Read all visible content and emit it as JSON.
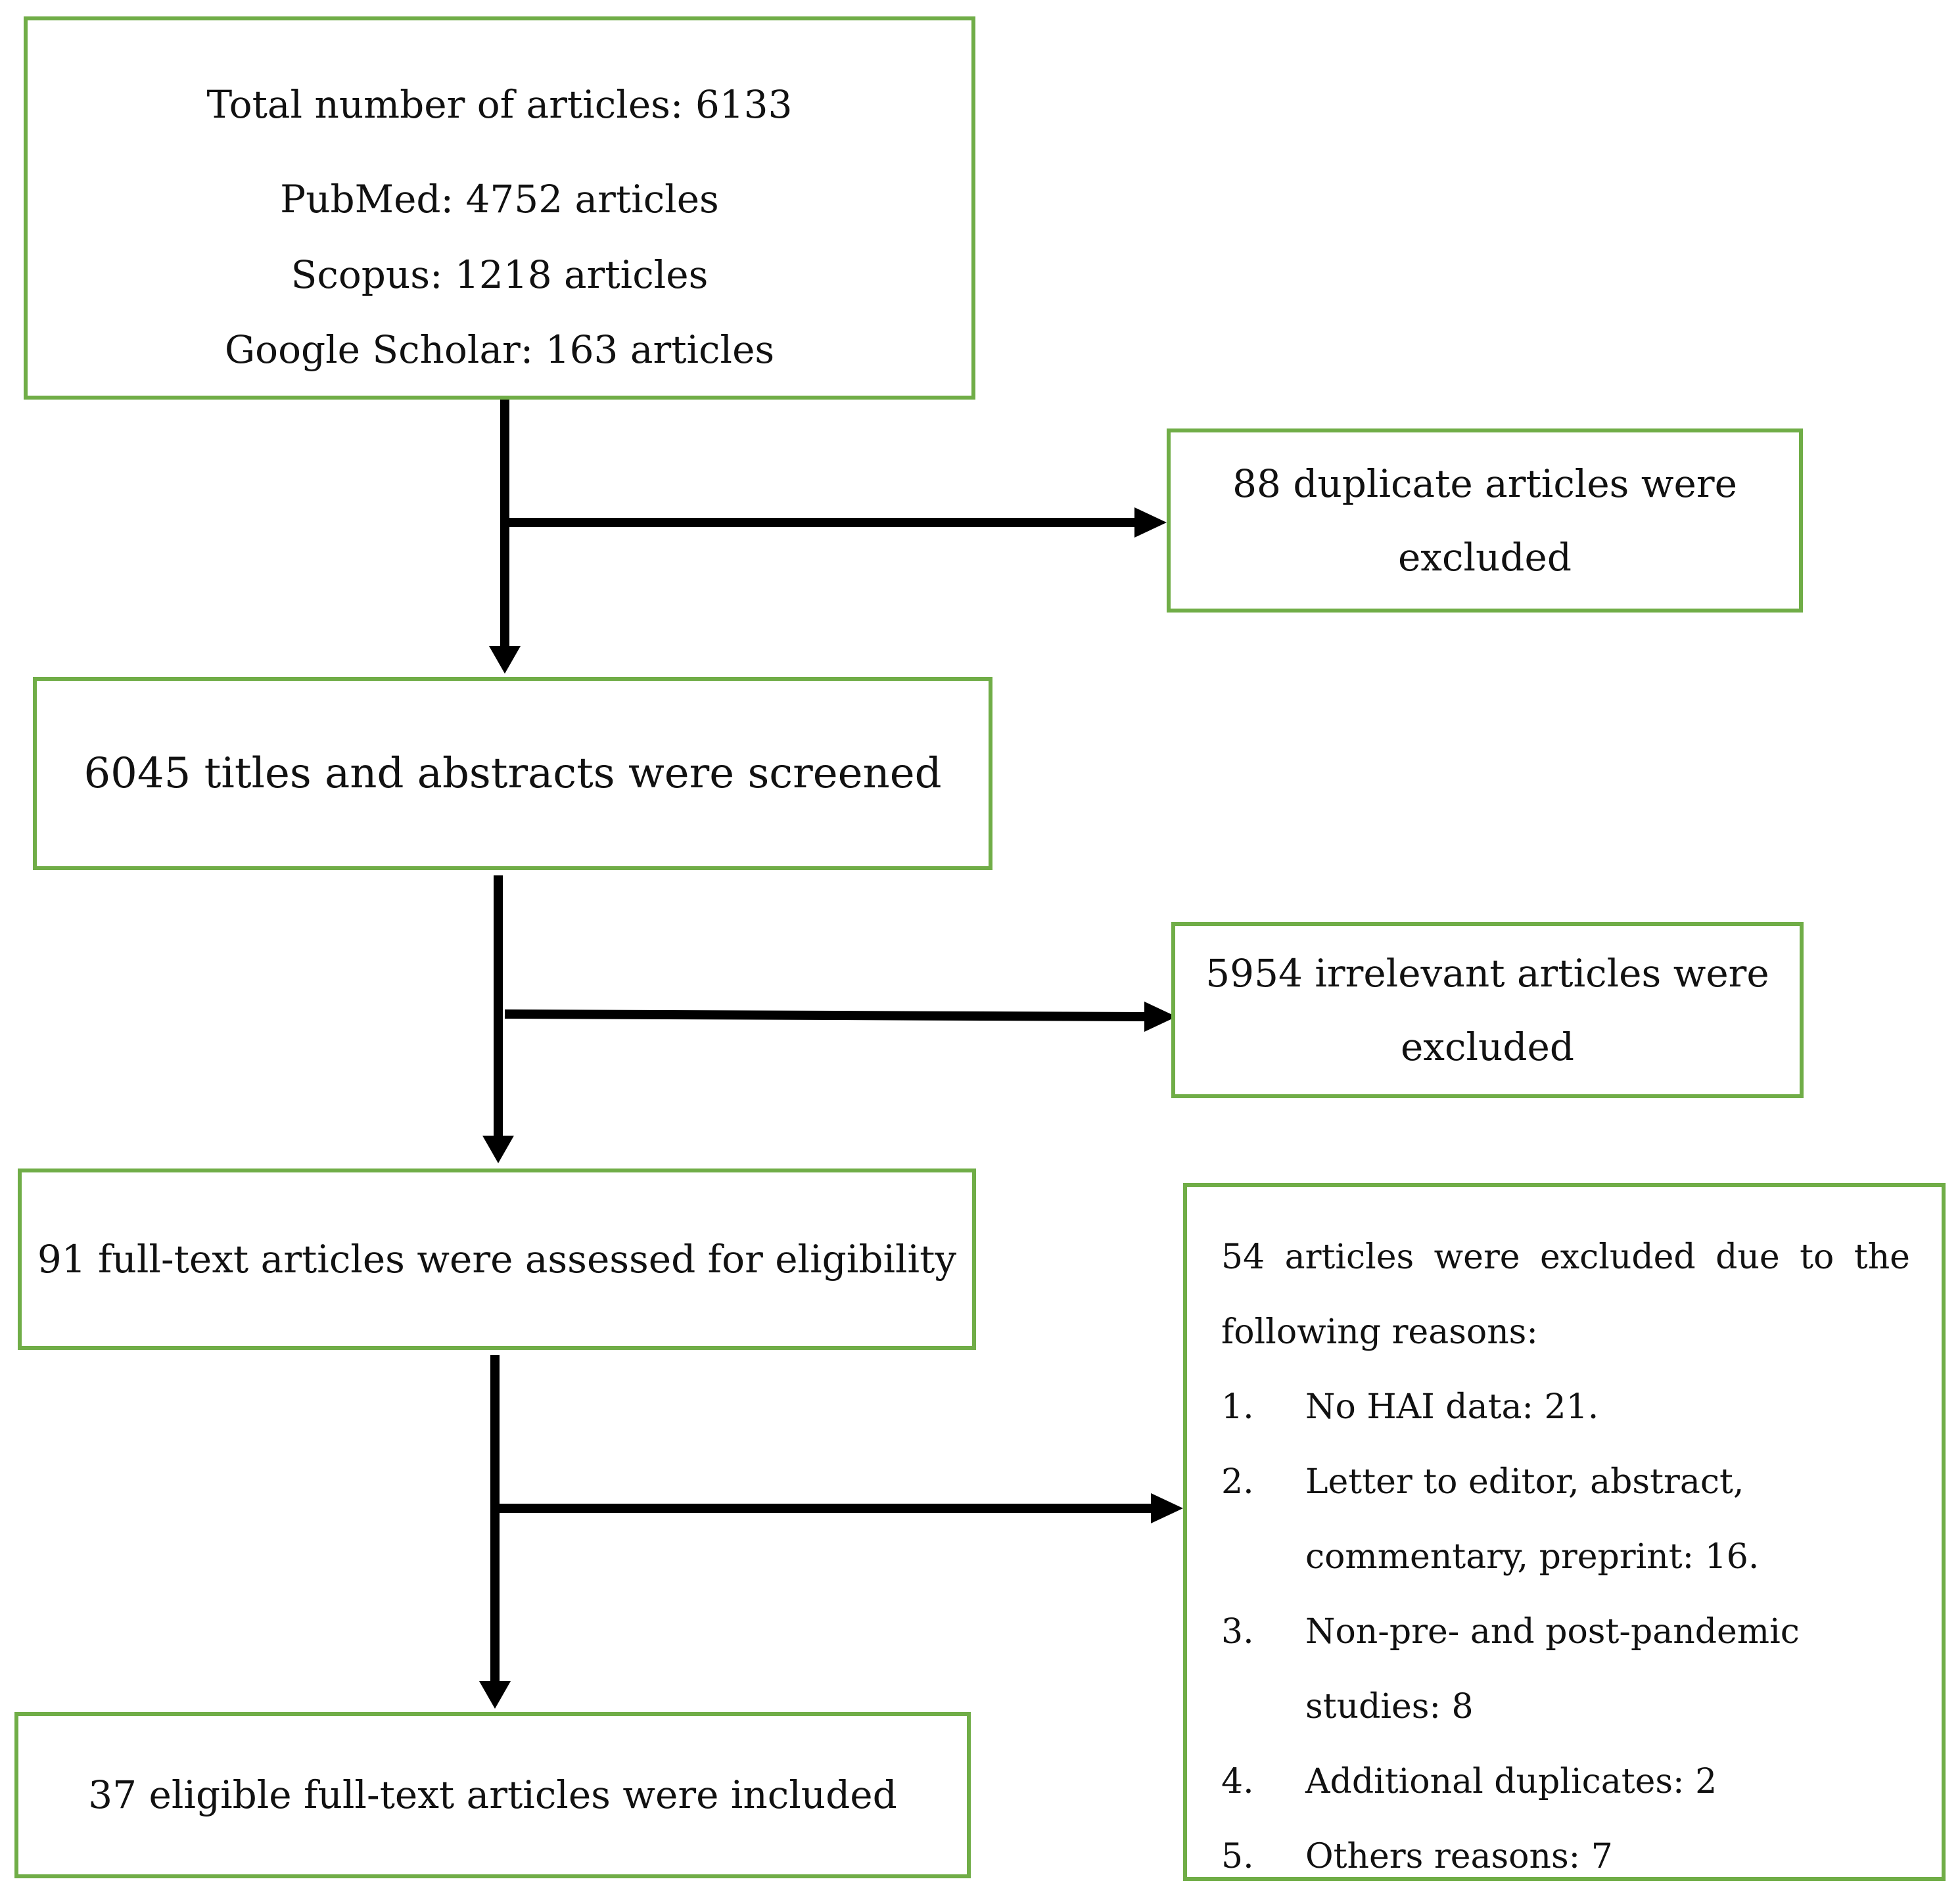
{
  "boxes": {
    "total": {
      "title": "Total number of articles: 6133",
      "sources": [
        "PubMed: 4752 articles",
        "Scopus: 1218 articles",
        "Google Scholar: 163 articles"
      ]
    },
    "duplicates": {
      "line1": "88 duplicate articles were",
      "line2": "excluded"
    },
    "screened": {
      "text": "6045 titles and abstracts were screened"
    },
    "irrelevant": {
      "line1": "5954 irrelevant articles were",
      "line2": "excluded"
    },
    "fulltext": {
      "text": "91 full-text articles were assessed for eligibility"
    },
    "included": {
      "text": "37 eligible full-text articles were included"
    },
    "excluded_reasons": {
      "intro_words": [
        "54",
        "articles",
        "were",
        "excluded",
        "due",
        "to",
        "the"
      ],
      "intro_line2": "following reasons:",
      "items": [
        {
          "num": "1.",
          "lines": [
            "No HAI data: 21."
          ]
        },
        {
          "num": "2.",
          "lines": [
            "Letter to editor, abstract,",
            "commentary, preprint: 16."
          ]
        },
        {
          "num": "3.",
          "lines": [
            "Non-pre- and post-pandemic",
            "studies: 8"
          ]
        },
        {
          "num": "4.",
          "lines": [
            "Additional duplicates: 2"
          ]
        },
        {
          "num": "5.",
          "lines": [
            "Others reasons: 7"
          ]
        }
      ]
    }
  },
  "colors": {
    "box_border": "#70ad47",
    "arrow": "#000000"
  }
}
